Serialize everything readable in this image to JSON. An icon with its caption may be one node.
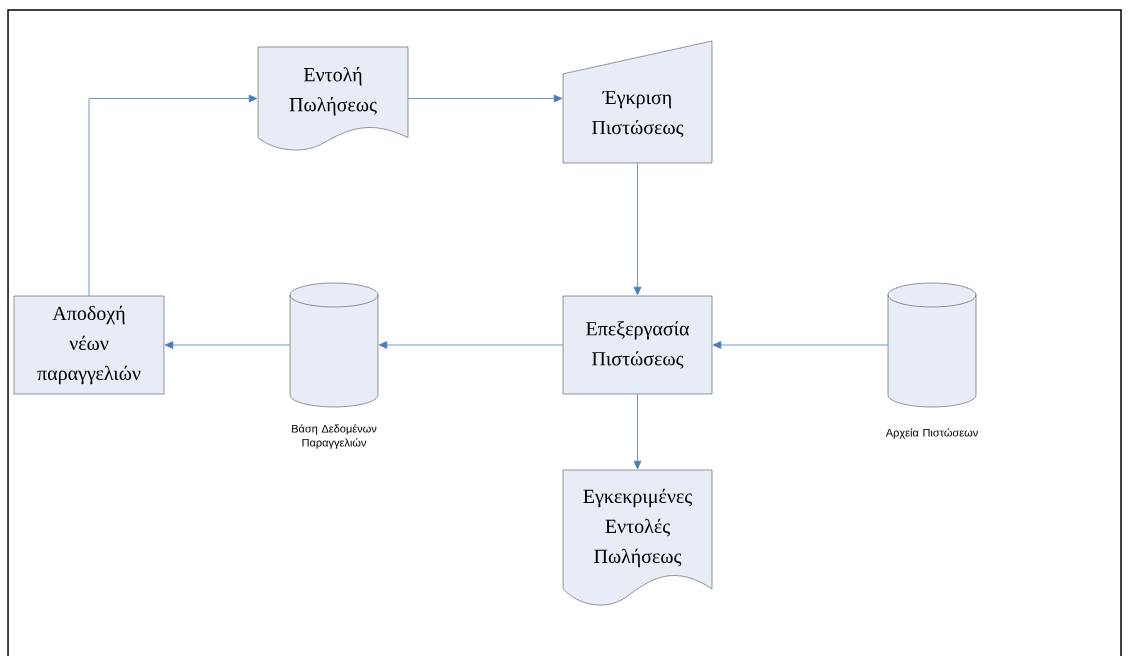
{
  "diagram": {
    "nodes": [
      {
        "text": [
          "Εντολή Πωλήσεως"
        ]
      },
      {
        "text": [
          "Έγκριση Πιστώσεως"
        ]
      },
      {
        "text": [
          "Αποδοχή νέων παραγγελιών"
        ]
      },
      {
        "text": [
          "Βάση Δεδομένων Παραγγελιών"
        ]
      },
      {
        "text": [
          "Επεξεργασία Πιστώσεως"
        ]
      },
      {
        "text": [
          "Αρχεία Πιστώσεων"
        ]
      },
      {
        "text": [
          "Εγκεκριμένες Εντολές Πωλήσεως"
        ]
      }
    ],
    "edges": [
      {
        "from": 2,
        "to": 0,
        "arrow": "to"
      },
      {
        "from": 0,
        "to": 1,
        "arrow": "to"
      },
      {
        "from": 1,
        "to": 4,
        "arrow": "to"
      },
      {
        "from": 4,
        "to": 3,
        "arrow": "to"
      },
      {
        "from": 3,
        "to": 2,
        "arrow": "to"
      },
      {
        "from": 5,
        "to": 4,
        "arrow": "to"
      },
      {
        "from": 4,
        "to": 6,
        "arrow": "to"
      }
    ]
  }
}
